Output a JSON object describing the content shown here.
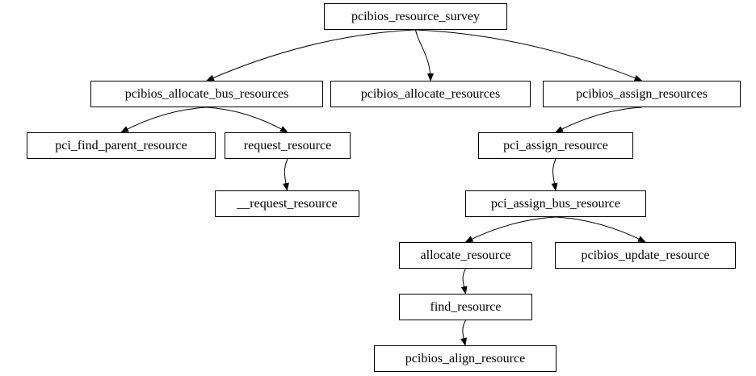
{
  "nodes": {
    "survey": "pcibios_resource_survey",
    "allocate_bus": "pcibios_allocate_bus_resources",
    "allocate": "pcibios_allocate_resources",
    "assign": "pcibios_assign_resources",
    "find_parent": "pci_find_parent_resource",
    "request": "request_resource",
    "request_inner": "__request_resource",
    "pci_assign": "pci_assign_resource",
    "pci_assign_bus": "pci_assign_bus_resource",
    "allocate_resource": "allocate_resource",
    "update": "pcibios_update_resource",
    "find_resource": "find_resource",
    "align": "pcibios_align_resource"
  },
  "edges": [
    [
      "survey",
      "allocate_bus"
    ],
    [
      "survey",
      "allocate"
    ],
    [
      "survey",
      "assign"
    ],
    [
      "allocate_bus",
      "find_parent"
    ],
    [
      "allocate_bus",
      "request"
    ],
    [
      "request",
      "request_inner"
    ],
    [
      "assign",
      "pci_assign"
    ],
    [
      "pci_assign",
      "pci_assign_bus"
    ],
    [
      "pci_assign_bus",
      "allocate_resource"
    ],
    [
      "pci_assign_bus",
      "update"
    ],
    [
      "allocate_resource",
      "find_resource"
    ],
    [
      "find_resource",
      "align"
    ]
  ]
}
